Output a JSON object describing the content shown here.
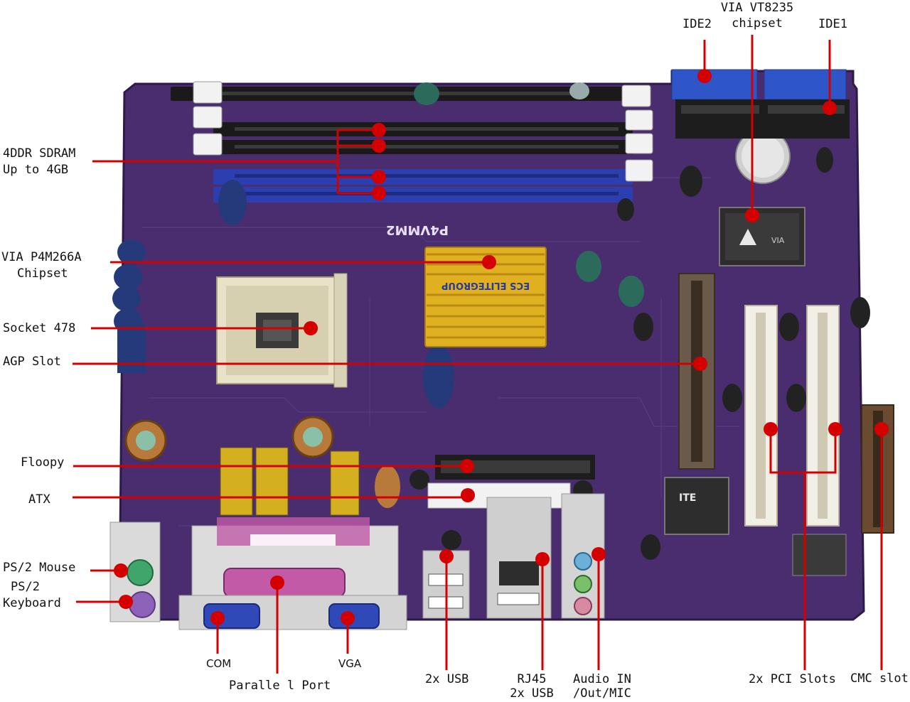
{
  "labels": {
    "ddr": [
      "4DDR SDRAM",
      "Up to 4GB"
    ],
    "via_p4m": [
      "VIA P4M266A",
      "Chipset"
    ],
    "socket": "Socket 478",
    "agp": "AGP Slot",
    "floppy": "Floopy",
    "atx": "ATX",
    "ps2_mouse": "PS/2 Mouse",
    "ps2_kbd": [
      "PS/2",
      "Keyboard"
    ],
    "com": "COM",
    "parallel": "Paralle l Port",
    "vga": "VGA",
    "usb": "2x USB",
    "rj45": [
      "RJ45",
      "2x USB"
    ],
    "audio": [
      "Audio IN",
      "/Out/MIC"
    ],
    "pci": "2x PCI Slots",
    "cmc": "CMC slot",
    "ide2": "IDE2",
    "vt8235": [
      "VIA VT8235",
      "chipset"
    ],
    "ide1": "IDE1"
  },
  "board_text": {
    "model": "P4VMM2",
    "brand": "ECS ELITEGROUP",
    "ite": "ITE",
    "via_logo": "VIA"
  },
  "colors": {
    "board": "#4a2d6e",
    "callout": "#d40000",
    "heatsink": "#e0b020",
    "dimm_black": "#1a1a1a",
    "dimm_blue": "#2b3fb0",
    "ide_blue": "#2f56c8",
    "pci_white": "#f2efe6",
    "ps2_green": "#3fa56a",
    "ps2_purple": "#8e62b8",
    "parallel_pink": "#c25aa8",
    "vga_blue": "#2f49b8"
  }
}
